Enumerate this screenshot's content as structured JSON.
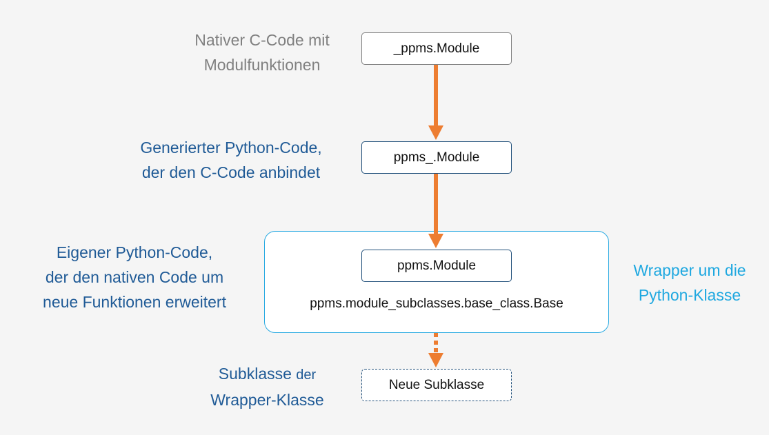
{
  "labels": {
    "native_line1": "Nativer C-Code mit",
    "native_line2": "Modulfunktionen",
    "generated_line1": "Generierter Python-Code,",
    "generated_line2": "der den C-Code anbindet",
    "own_line1": "Eigener Python-Code,",
    "own_line2": "der den nativen Code um",
    "own_line3": "neue Funktionen erweitert",
    "sub_line1a": "Subklasse",
    "sub_line1b": "der",
    "sub_line2": "Wrapper-Klasse",
    "wrapper_line1": "Wrapper um die",
    "wrapper_line2": "Python-Klasse"
  },
  "boxes": {
    "native_module": "_ppms.Module",
    "generated_module": "ppms_.Module",
    "own_module": "ppms.Module",
    "base_class": "ppms.module_subclasses.base_class.Base",
    "new_subclass": "Neue Subklasse"
  },
  "colors": {
    "arrow": "#ed7d31",
    "native_box_border": "#7f7f7f",
    "box_border": "#1f4e79",
    "wrapper_border": "#29aae2",
    "label_gray": "#808080",
    "label_blue": "#1f5a96",
    "label_cyan": "#1fa8e0"
  }
}
